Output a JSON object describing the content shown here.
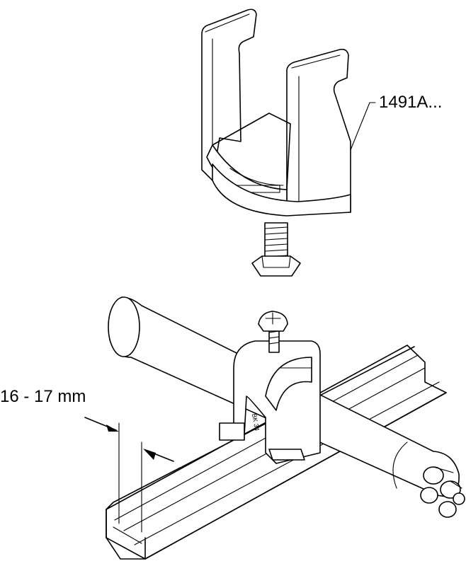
{
  "labels": {
    "part_number": "1491A...",
    "dimension": "16 - 17 mm",
    "clamp_marking": "BK 34"
  }
}
